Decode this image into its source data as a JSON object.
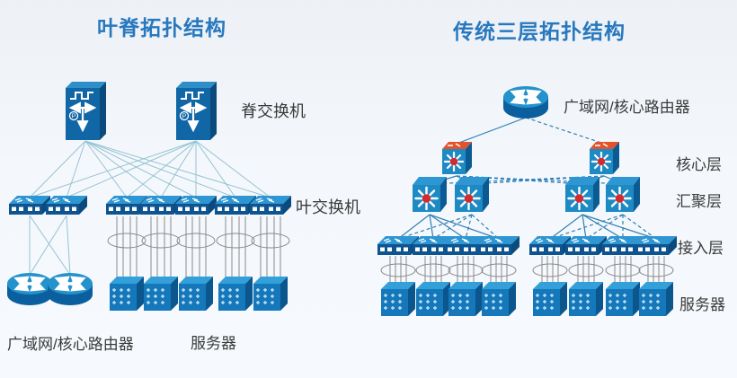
{
  "left_panel": {
    "title": "叶脊拓扑结构",
    "labels": {
      "spine_switch": "脊交换机",
      "leaf_switch": "叶交换机",
      "wan_core_router": "广域网/核心路由器",
      "server": "服务器"
    },
    "device_counts": {
      "spine_switches": 2,
      "leaf_switches": 7,
      "wan_core_routers": 2,
      "servers": 5
    }
  },
  "right_panel": {
    "title": "传统三层拓扑结构",
    "labels": {
      "wan_core_router": "广域网/核心路由器",
      "core_layer": "核心层",
      "aggregation_layer": "汇聚层",
      "access_layer": "接入层",
      "server": "服务器"
    },
    "device_counts": {
      "wan_core_routers": 1,
      "core_switches": 2,
      "aggregation_switches": 4,
      "access_switches": 8,
      "servers": 8
    }
  },
  "icons": {
    "spine_badge": "P"
  },
  "colors": {
    "title_blue": "#2878bf",
    "label_dark": "#3a3a3a",
    "device_front_blue": "#1e8ac4",
    "device_top_blue": "#2e96d2",
    "device_side_blue": "#0c5a92",
    "switch_front_dark": "#0d5490",
    "core_top_orange": "#e2532c",
    "star_red": "#d22b30",
    "left_link_teal": "#96c3d2",
    "right_link_blue": "#2f7fb5",
    "bundle_gray": "#8a8a8a",
    "background": "#f2f6fa"
  }
}
